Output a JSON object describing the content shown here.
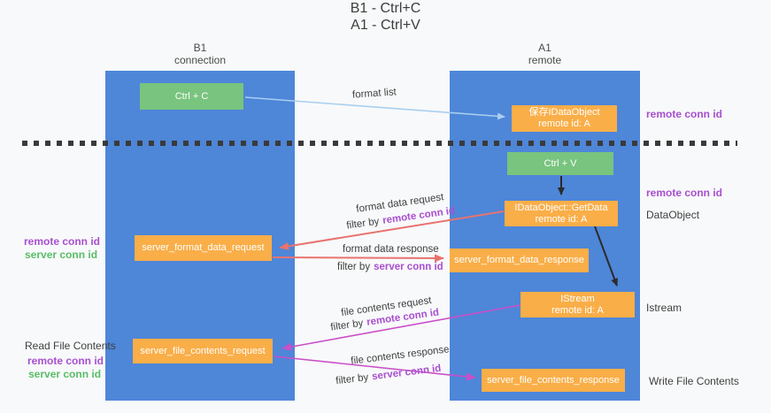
{
  "title": {
    "line1": "B1 - Ctrl+C",
    "line2": "A1 - Ctrl+V"
  },
  "columns": {
    "left": {
      "name": "B1",
      "role": "connection"
    },
    "right": {
      "name": "A1",
      "role": "remote"
    }
  },
  "boxes": {
    "ctrl_c": "Ctrl + C",
    "ctrl_v": "Ctrl + V",
    "save_dataobject": {
      "line1": "保存IDataObject",
      "line2": "remote id: A"
    },
    "getdata": {
      "line1": "IDataObject::GetData",
      "line2": "remote id: A"
    },
    "istream": {
      "line1": "IStream",
      "line2": "remote id: A"
    },
    "server_format_data_request": "server_format_data_request",
    "server_format_data_response": "server_format_data_response",
    "server_file_contents_request": "server_file_contents_request",
    "server_file_contents_response": "server_file_contents_response"
  },
  "flow_labels": {
    "format_list": "format list",
    "format_data_request": "format data request",
    "format_data_response": "format data response",
    "file_contents_request": "file contents request",
    "file_contents_response": "file contents response",
    "filter_by": "filter by",
    "remote_conn_id": "remote conn id",
    "server_conn_id": "server conn id"
  },
  "side_labels": {
    "remote_conn_id": "remote conn id",
    "server_conn_id": "server conn id",
    "dataobject": "DataObject",
    "istream": "Istream",
    "read_file_contents": "Read File Contents",
    "write_file_contents": "Write File Contents"
  },
  "colors": {
    "column_blue": "#4e86d8",
    "box_green": "#79c47e",
    "box_orange": "#f9ae48",
    "arrow_blue": "#a9cfef",
    "arrow_salmon": "#e8736f",
    "arrow_magenta": "#cb4fc9",
    "text_purple": "#a84fd0",
    "text_green": "#58bd68",
    "background": "#f8f9fa"
  }
}
